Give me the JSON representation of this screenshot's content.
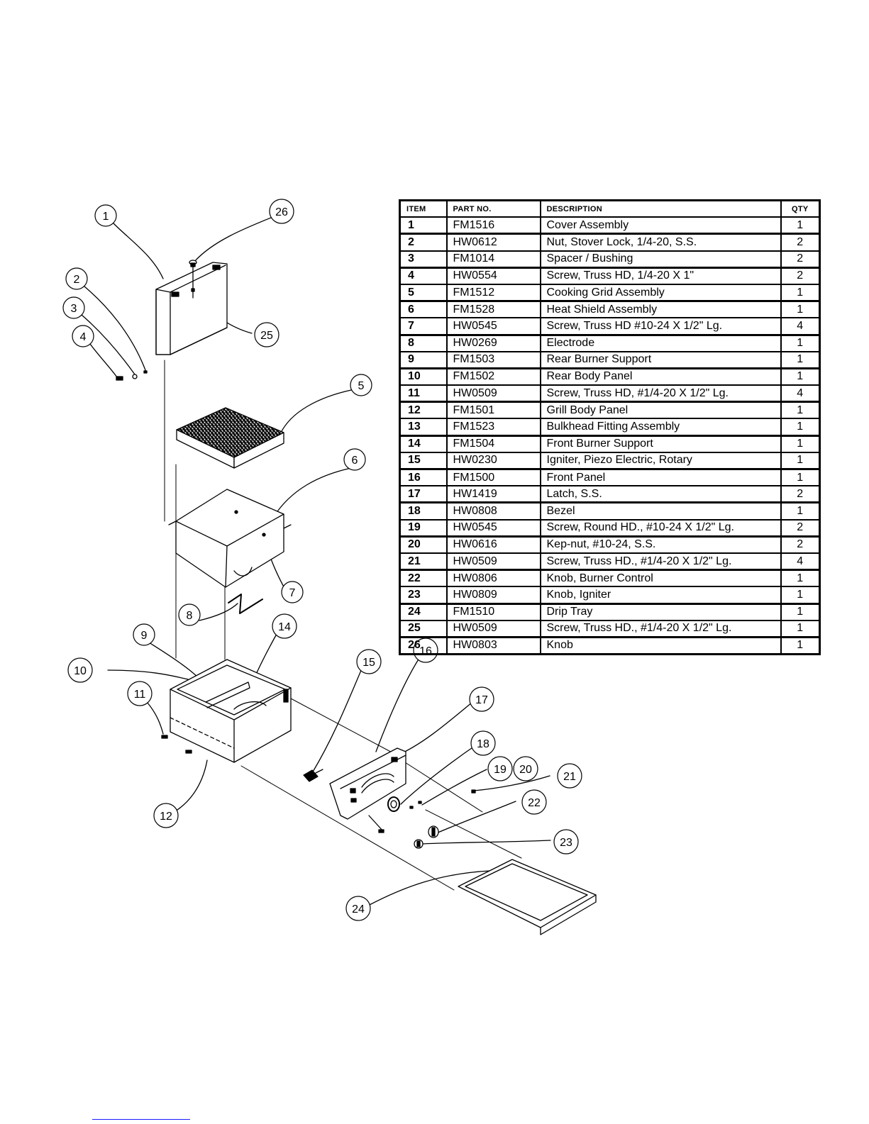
{
  "table": {
    "headers": {
      "item": "ITEM",
      "part_no": "PART NO.",
      "description": "DESCRIPTION",
      "qty": "QTY"
    },
    "rows": [
      {
        "item": "1",
        "part_no": "FM1516",
        "description": "Cover Assembly",
        "qty": "1"
      },
      {
        "item": "2",
        "part_no": "HW0612",
        "description": "Nut, Stover Lock, 1/4-20, S.S.",
        "qty": "2"
      },
      {
        "item": "3",
        "part_no": "FM1014",
        "description": "Spacer / Bushing",
        "qty": "2"
      },
      {
        "item": "4",
        "part_no": "HW0554",
        "description": "Screw, Truss HD, 1/4-20 X 1\"",
        "qty": "2"
      },
      {
        "item": "5",
        "part_no": "FM1512",
        "description": "Cooking Grid Assembly",
        "qty": "1"
      },
      {
        "item": "6",
        "part_no": "FM1528",
        "description": "Heat Shield Assembly",
        "qty": "1"
      },
      {
        "item": "7",
        "part_no": "HW0545",
        "description": "Screw, Truss HD #10-24 X 1/2\" Lg.",
        "qty": "4"
      },
      {
        "item": "8",
        "part_no": "HW0269",
        "description": "Electrode",
        "qty": "1"
      },
      {
        "item": "9",
        "part_no": "FM1503",
        "description": "Rear Burner Support",
        "qty": "1"
      },
      {
        "item": "10",
        "part_no": "FM1502",
        "description": "Rear Body Panel",
        "qty": "1"
      },
      {
        "item": "11",
        "part_no": "HW0509",
        "description": "Screw, Truss HD, #1/4-20 X 1/2\" Lg.",
        "qty": "4"
      },
      {
        "item": "12",
        "part_no": "FM1501",
        "description": "Grill Body Panel",
        "qty": "1"
      },
      {
        "item": "13",
        "part_no": "FM1523",
        "description": "Bulkhead Fitting Assembly",
        "qty": "1"
      },
      {
        "item": "14",
        "part_no": "FM1504",
        "description": "Front Burner Support",
        "qty": "1"
      },
      {
        "item": "15",
        "part_no": "HW0230",
        "description": "Igniter, Piezo Electric, Rotary",
        "qty": "1"
      },
      {
        "item": "16",
        "part_no": "FM1500",
        "description": "Front Panel",
        "qty": "1"
      },
      {
        "item": "17",
        "part_no": "HW1419",
        "description": "Latch, S.S.",
        "qty": "2"
      },
      {
        "item": "18",
        "part_no": "HW0808",
        "description": "Bezel",
        "qty": "1"
      },
      {
        "item": "19",
        "part_no": "HW0545",
        "description": "Screw, Round HD., #10-24 X 1/2\" Lg.",
        "qty": "2"
      },
      {
        "item": "20",
        "part_no": "HW0616",
        "description": "Kep-nut, #10-24, S.S.",
        "qty": "2"
      },
      {
        "item": "21",
        "part_no": "HW0509",
        "description": "Screw, Truss HD., #1/4-20 X 1/2\" Lg.",
        "qty": "4"
      },
      {
        "item": "22",
        "part_no": "HW0806",
        "description": "Knob, Burner Control",
        "qty": "1"
      },
      {
        "item": "23",
        "part_no": "HW0809",
        "description": "Knob, Igniter",
        "qty": "1"
      },
      {
        "item": "24",
        "part_no": "FM1510",
        "description": "Drip Tray",
        "qty": "1"
      },
      {
        "item": "25",
        "part_no": "HW0509",
        "description": "Screw, Truss HD., #1/4-20 X 1/2\" Lg.",
        "qty": "1"
      },
      {
        "item": "26",
        "part_no": "HW0803",
        "description": "Knob",
        "qty": "1"
      }
    ]
  },
  "callouts": [
    "1",
    "2",
    "3",
    "4",
    "5",
    "6",
    "7",
    "8",
    "9",
    "10",
    "11",
    "12",
    "14",
    "15",
    "16",
    "17",
    "18",
    "19",
    "20",
    "21",
    "22",
    "23",
    "24",
    "25",
    "26"
  ]
}
